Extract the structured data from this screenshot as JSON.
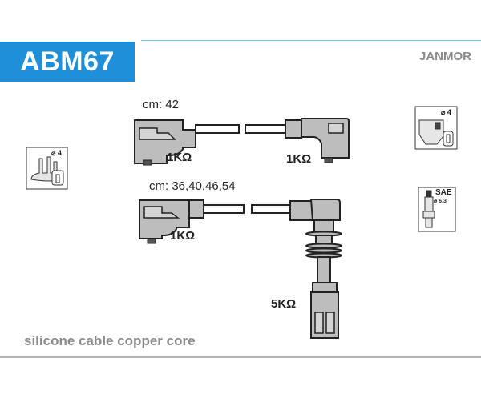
{
  "header": {
    "part_number": "ABM67",
    "brand": "JANMOR",
    "accent_color": "#1e8fd8"
  },
  "cables": [
    {
      "length_label": "cm: 42",
      "left_resistance": "1KΩ",
      "right_resistance": "1KΩ"
    },
    {
      "length_label": "cm: 36,40,46,54",
      "left_resistance": "1KΩ",
      "right_resistance": "5KΩ"
    }
  ],
  "icons": {
    "distributor_left": {
      "diameter": "⌀ 4"
    },
    "coil_right": {
      "diameter": "⌀ 4"
    },
    "spark_plug": {
      "standard": "SAE",
      "diameter": "⌀ 6,3"
    }
  },
  "footer": {
    "description": "silicone cable copper core"
  }
}
